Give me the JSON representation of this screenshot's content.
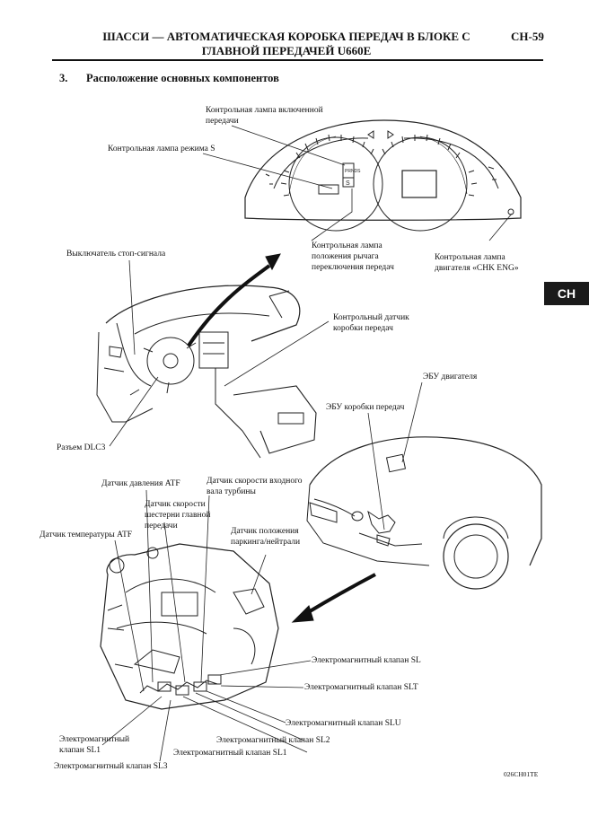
{
  "header": {
    "title": "ШАССИ — АВТОМАТИЧЕСКАЯ КОРОБКА ПЕРЕДАЧ В БЛОКЕ С ГЛАВНОЙ ПЕРЕДАЧЕЙ U660E",
    "page_number": "CH-59"
  },
  "section": {
    "number": "3.",
    "title": "Расположение основных компонентов"
  },
  "side_tab": "CH",
  "labels": {
    "gear_indicator_lamp": "Контрольная лампа включенной передачи",
    "s_mode_lamp": "Контрольная лампа режима S",
    "lever_position_lamp": "Контрольная лампа положения рычага переключения передач",
    "check_engine_lamp": "Контрольная лампа двигателя «CHK ENG»",
    "stop_light_switch": "Выключатель стоп-сигнала",
    "transmission_sensor": "Контрольный датчик коробки передач",
    "engine_ecu": "ЭБУ двигателя",
    "transmission_ecu": "ЭБУ коробки передач",
    "dlc3": "Разъем DLC3",
    "atf_pressure_sensor": "Датчик давления ATF",
    "turbine_speed_sensor": "Датчик скорости входного вала турбины",
    "final_gear_speed_sensor": "Датчик скорости шестерни главной передачи",
    "atf_temp_sensor": "Датчик температуры ATF",
    "park_neutral_sensor": "Датчик положения паркинга/нейтрали",
    "valve_sl": "Электромагнитный клапан SL",
    "valve_slt": "Электромагнитный клапан SLT",
    "valve_slu": "Электромагнитный клапан SLU",
    "valve_sl2": "Электромагнитный клапан SL2",
    "valve_sl1_left": "Электромагнитный клапан SL1",
    "valve_sl1": "Электромагнитный клапан SL1",
    "valve_sl3": "Электромагнитный клапан SL3"
  },
  "figure_code": "026CH01TE",
  "gauge_letters": [
    "P",
    "R",
    "N",
    "D",
    "S"
  ]
}
